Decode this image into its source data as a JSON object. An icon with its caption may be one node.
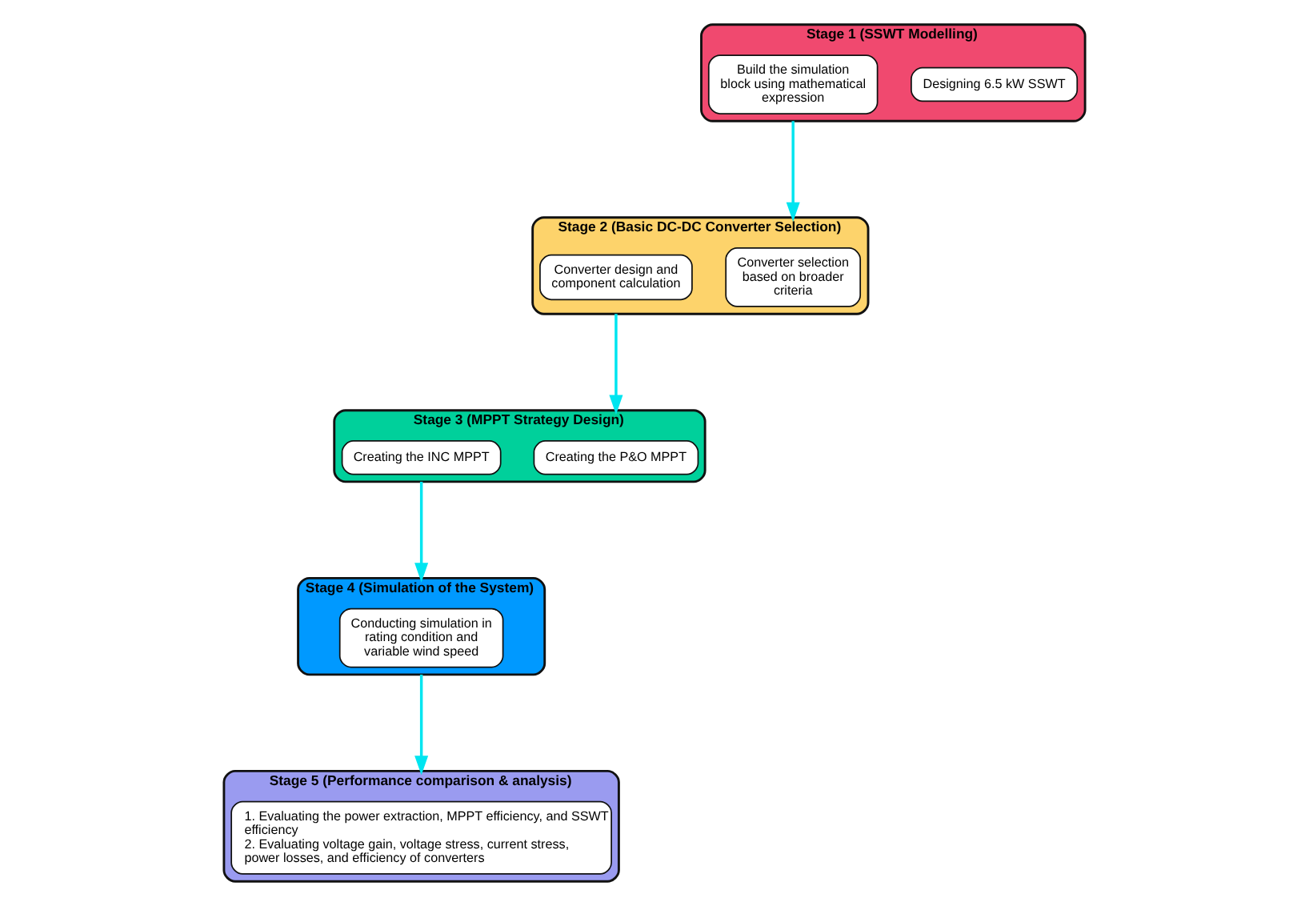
{
  "diagram": {
    "nodes": [
      {
        "text": [
          "Stage 1 (SSWT Modelling)"
        ]
      },
      {
        "text": [
          "Designing 6.5 kW SSWT"
        ],
        "in": 0
      },
      {
        "text": [
          "Build the simulation block using mathematical expression"
        ],
        "in": 0
      },
      {
        "text": [
          "Stage 2 (Basic DC-DC Converter Selection)"
        ]
      },
      {
        "text": [
          "Converter selection based on broader criteria"
        ],
        "in": 3
      },
      {
        "text": [
          "Converter design and component calculation"
        ],
        "in": 3
      },
      {
        "text": [
          "Stage 3 (MPPT Strategy Design)"
        ]
      },
      {
        "text": [
          "Creating the P&O MPPT"
        ],
        "in": 6
      },
      {
        "text": [
          "Creating the INC MPPT"
        ],
        "in": 6
      },
      {
        "text": [
          "Stage 4 (Simulation of the System)"
        ]
      },
      {
        "text": [
          "Conducting simulation in rating condition and variable wind speed"
        ],
        "in": 9
      },
      {
        "text": [
          "Stage 5 (Performance comparison & analysis)"
        ]
      },
      {
        "text": [
          "1. Evaluating the power extraction, MPPT efficiency, and SSWT efficiency",
          "2. Evaluating voltage gain, voltage stress, current stress, power losses, and efficiency of converters"
        ],
        "in": 11
      }
    ],
    "edges": [
      {
        "from": 0,
        "to": 3,
        "arrow": "to"
      },
      {
        "from": 3,
        "to": 6,
        "arrow": "to"
      },
      {
        "from": 6,
        "to": 9,
        "arrow": "to"
      },
      {
        "from": 9,
        "to": 11,
        "arrow": "to"
      }
    ]
  }
}
